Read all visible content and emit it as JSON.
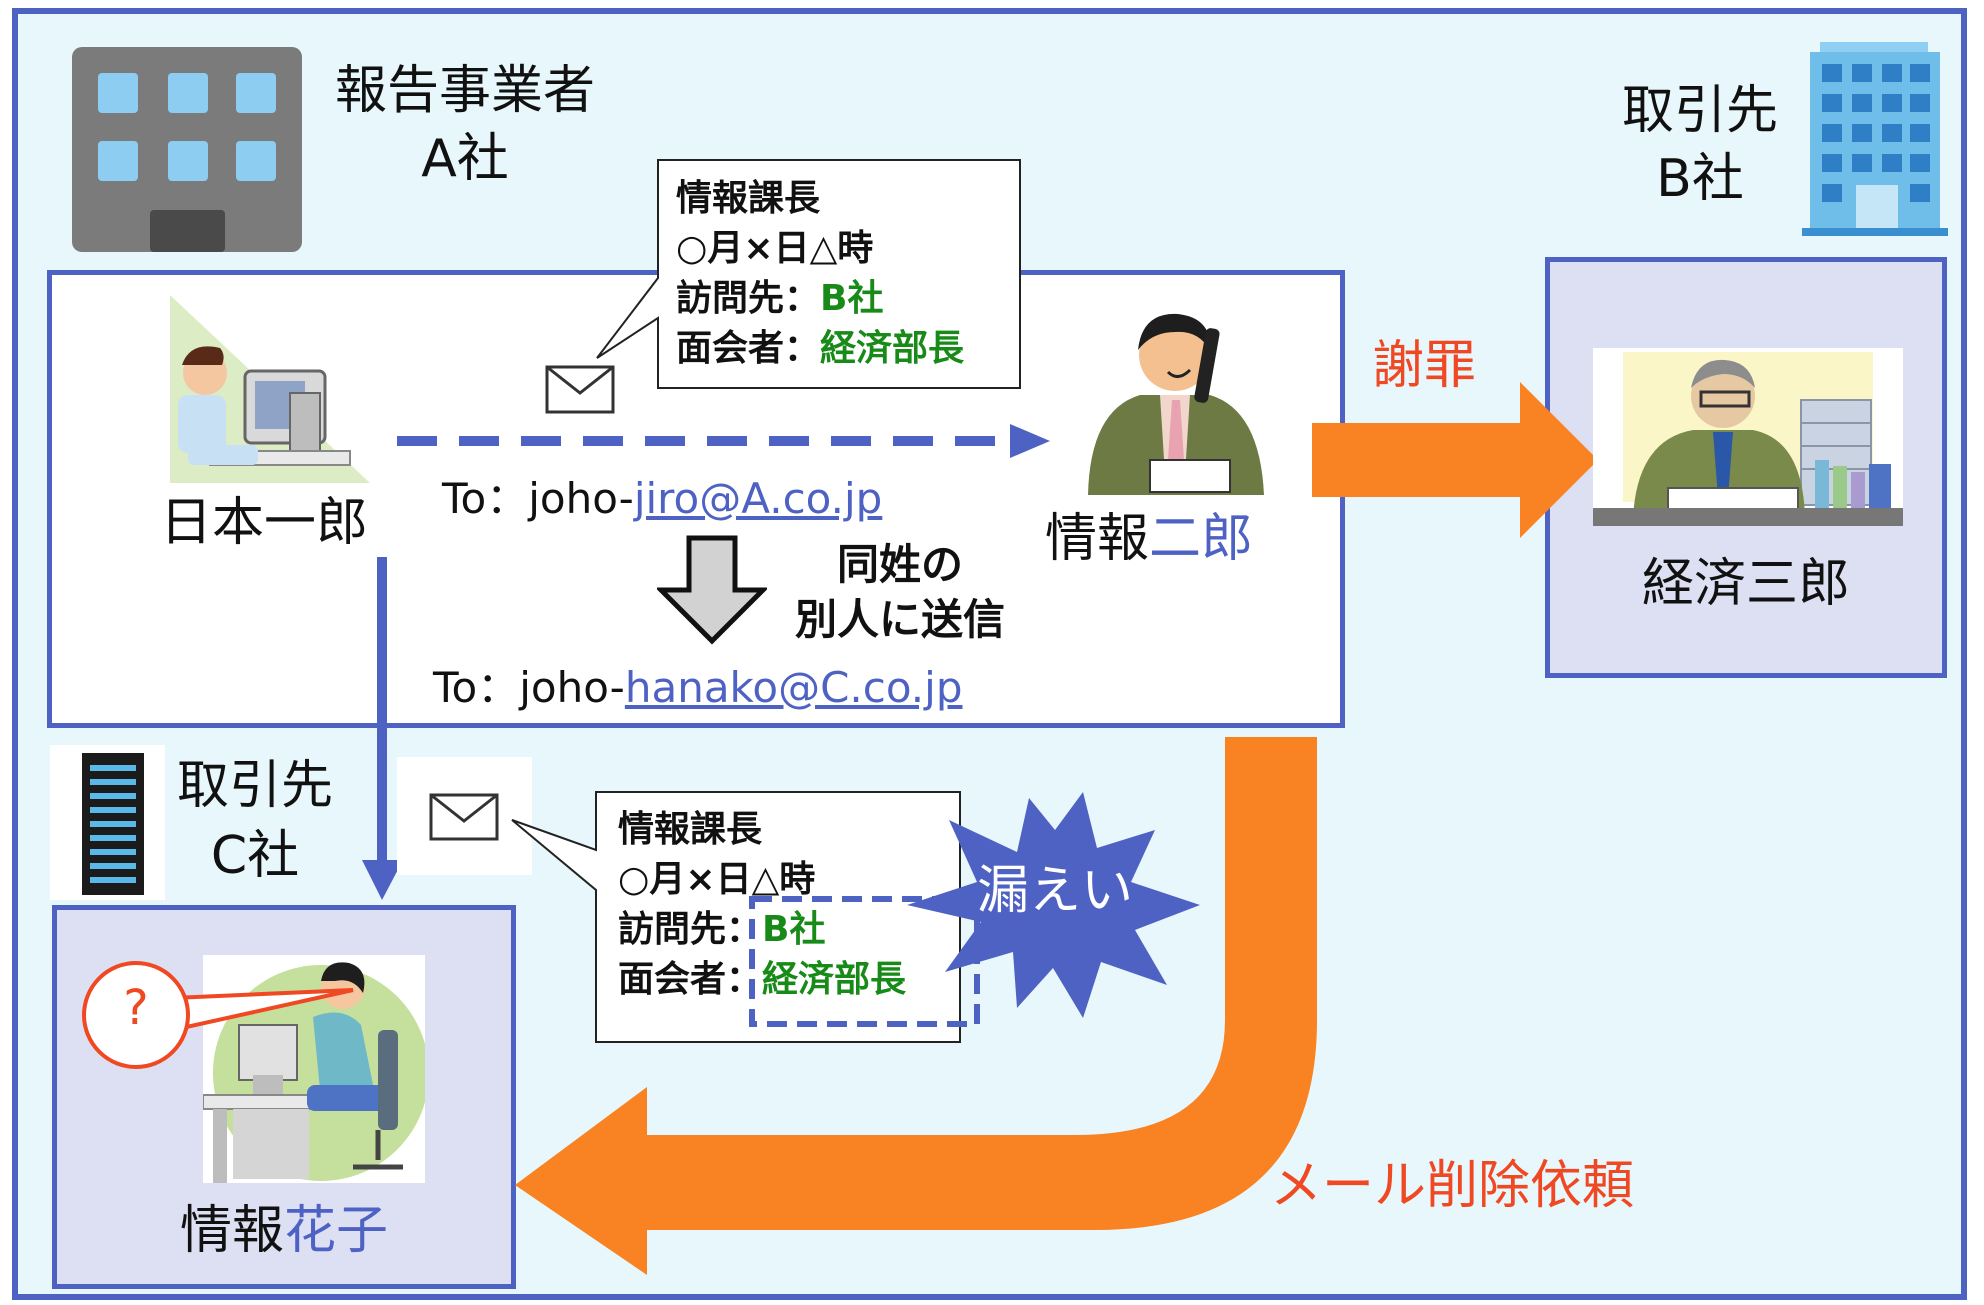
{
  "company_a": {
    "line1": "報告事業者",
    "line2": "A社"
  },
  "company_b": {
    "line1": "取引先",
    "line2": "B社"
  },
  "company_c": {
    "line1": "取引先",
    "line2": "C社"
  },
  "people": {
    "sender": "日本一郎",
    "intended_prefix": "情報",
    "intended_highlight": "二郎",
    "b_person": "経済三郎",
    "wrong_prefix": "情報",
    "wrong_highlight": "花子"
  },
  "mail_top": {
    "line1": "情報課長",
    "line2": "○月×日△時",
    "line3_label": "訪問先：",
    "line3_value": "B社",
    "line4_label": "面会者：",
    "line4_value": "経済部長"
  },
  "mail_bottom": {
    "line1": "情報課長",
    "line2": "○月×日△時",
    "line3_label": "訪問先：",
    "line3_value": "B社",
    "line4_label": "面会者：",
    "line4_value": "経済部長"
  },
  "addresses": {
    "correct_prefix": "To：joho-",
    "correct_link": "jiro@A.co.jp",
    "wrong_prefix": "To：joho-",
    "wrong_link": "hanako@C.co.jp"
  },
  "labels": {
    "same_name_line1": "同姓の",
    "same_name_line2": "別人に送信",
    "apology": "謝罪",
    "leak": "漏えい",
    "deletion_request": "メール削除依頼",
    "question_mark": "?"
  },
  "colors": {
    "frame_border": "#4e62c4",
    "background": "#e8f7fc",
    "orange_arrow": "#f98222",
    "accent_green": "#188a18",
    "accent_red": "#f04822"
  }
}
